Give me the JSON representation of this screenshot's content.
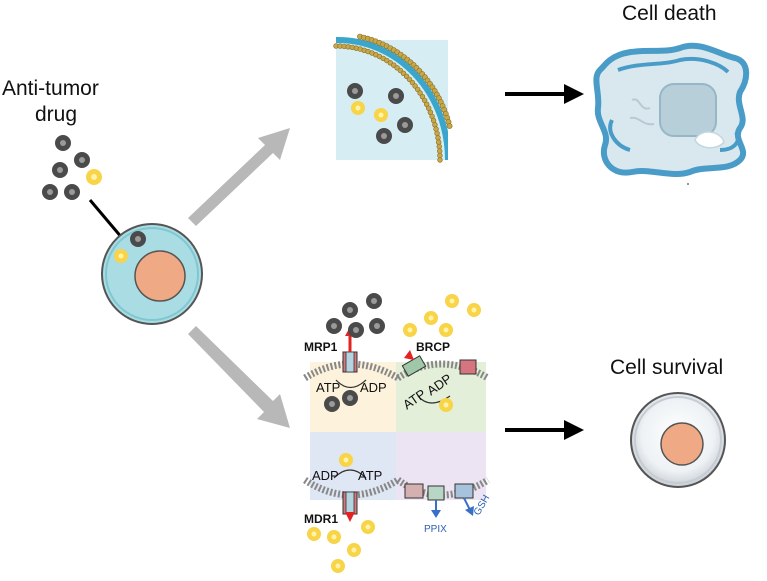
{
  "labels": {
    "anti_tumor_line1": "Anti-tumor",
    "anti_tumor_line2": "drug",
    "cell_death": "Cell death",
    "cell_survival": "Cell survival",
    "mrp1": "MRP1",
    "brcp": "BRCP",
    "mdr1": "MDR1",
    "ppix": "PPIX",
    "gsh": "GSH",
    "q1_atp": "ATP",
    "q1_adp": "ADP",
    "q2_atp": "ATP",
    "q2_adp": "ADP",
    "q3_adp": "ADP",
    "q3_atp": "ATP"
  },
  "colors": {
    "cytoplasm": "#a9dde3",
    "nucleus": "#f0a985",
    "drug_gray": "#4a4a4a",
    "drug_yellow": "#f7d448",
    "membrane_blue": "#3aa6cc",
    "membrane_gold": "#c8a64a",
    "dead_cell_outline": "#4a9cc8",
    "gray_arrow": "#b8b8b8",
    "black_arrow": "#000000",
    "q1_bg": "#fdf3dc",
    "q2_bg": "#e3efd8",
    "q3_bg": "#dfe6f4",
    "q4_bg": "#ece3f3",
    "efflux_red": "#e52222",
    "efflux_blue": "#3a6fc8"
  }
}
